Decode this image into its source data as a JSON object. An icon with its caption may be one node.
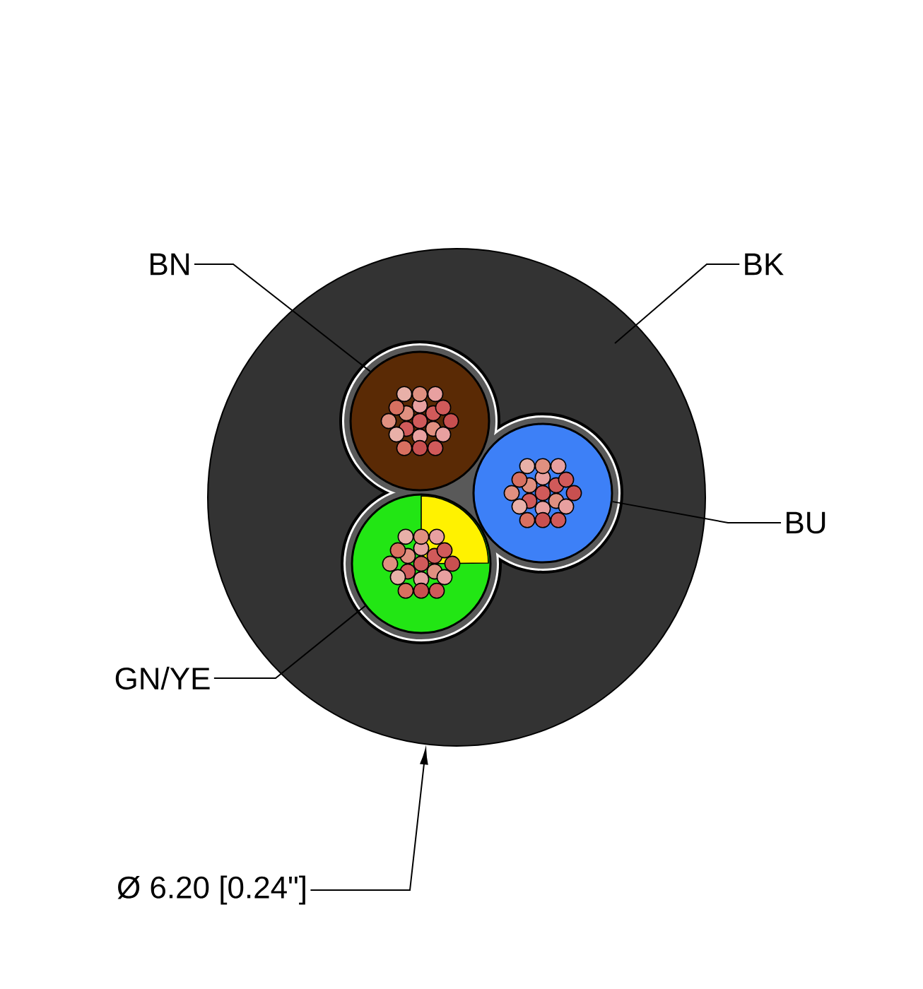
{
  "diagram": {
    "nodes": [
      {
        "text": [
          "BN"
        ]
      },
      {
        "text": [
          "BK"
        ]
      },
      {
        "text": [
          "BU"
        ]
      },
      {
        "text": [
          "GN/YE"
        ]
      },
      {
        "text": [
          "Ø 6.20 [0.24\"]"
        ]
      },
      {
        "text": [],
        "shape": "circle"
      },
      {
        "text": [],
        "shape": "circle",
        "in": 5
      },
      {
        "text": [],
        "shape": "circle",
        "in": 5
      },
      {
        "text": [],
        "shape": "circle",
        "in": 5
      }
    ],
    "edges": [
      {
        "from": 0,
        "to": 6,
        "arrow": "none"
      },
      {
        "from": 1,
        "to": 5,
        "arrow": "none"
      },
      {
        "from": 2,
        "to": 7,
        "arrow": "none"
      },
      {
        "from": 3,
        "to": 8,
        "arrow": "none"
      },
      {
        "from": 4,
        "to": 5,
        "arrow": "to"
      }
    ]
  }
}
